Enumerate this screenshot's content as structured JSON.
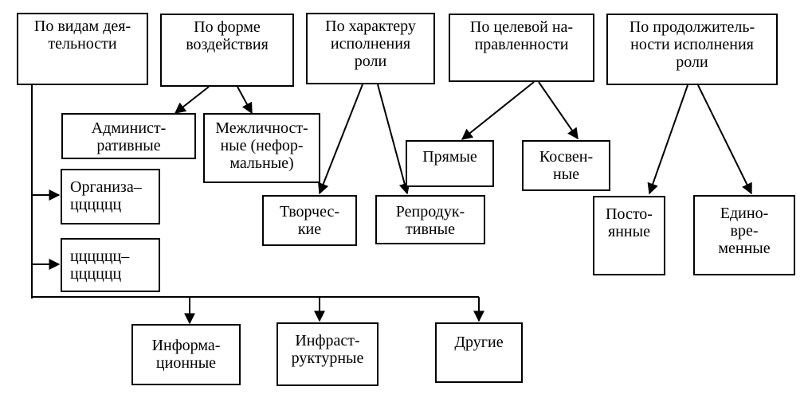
{
  "categories": {
    "by_activity": "По видам дея-\nтельности",
    "by_form": "По форме\nвоздействия",
    "by_character": "По характеру\nисполнения\nроли",
    "by_target": "По целевой на-\nправленности",
    "by_duration": "По продолжитель-\nности исполнения\nроли"
  },
  "types": {
    "administrative": "Админист-\nративные",
    "interpersonal": "Межличност-\nные (нефор-\nмальные)",
    "organizational": "Организа–\nцццццц",
    "unreadable": "цццццц–\nцццццц",
    "creative": "Творчес-\nкие",
    "reproductive": "Репродук-\nтивные",
    "direct": "Прямые",
    "indirect": "Косвен-\nные",
    "permanent": "Посто-\nянные",
    "one_time": "Едино-\nвре-\nменные",
    "informational": "Информа-\nционные",
    "infrastructural": "Инфраст-\nруктурные",
    "other": "Другие"
  }
}
